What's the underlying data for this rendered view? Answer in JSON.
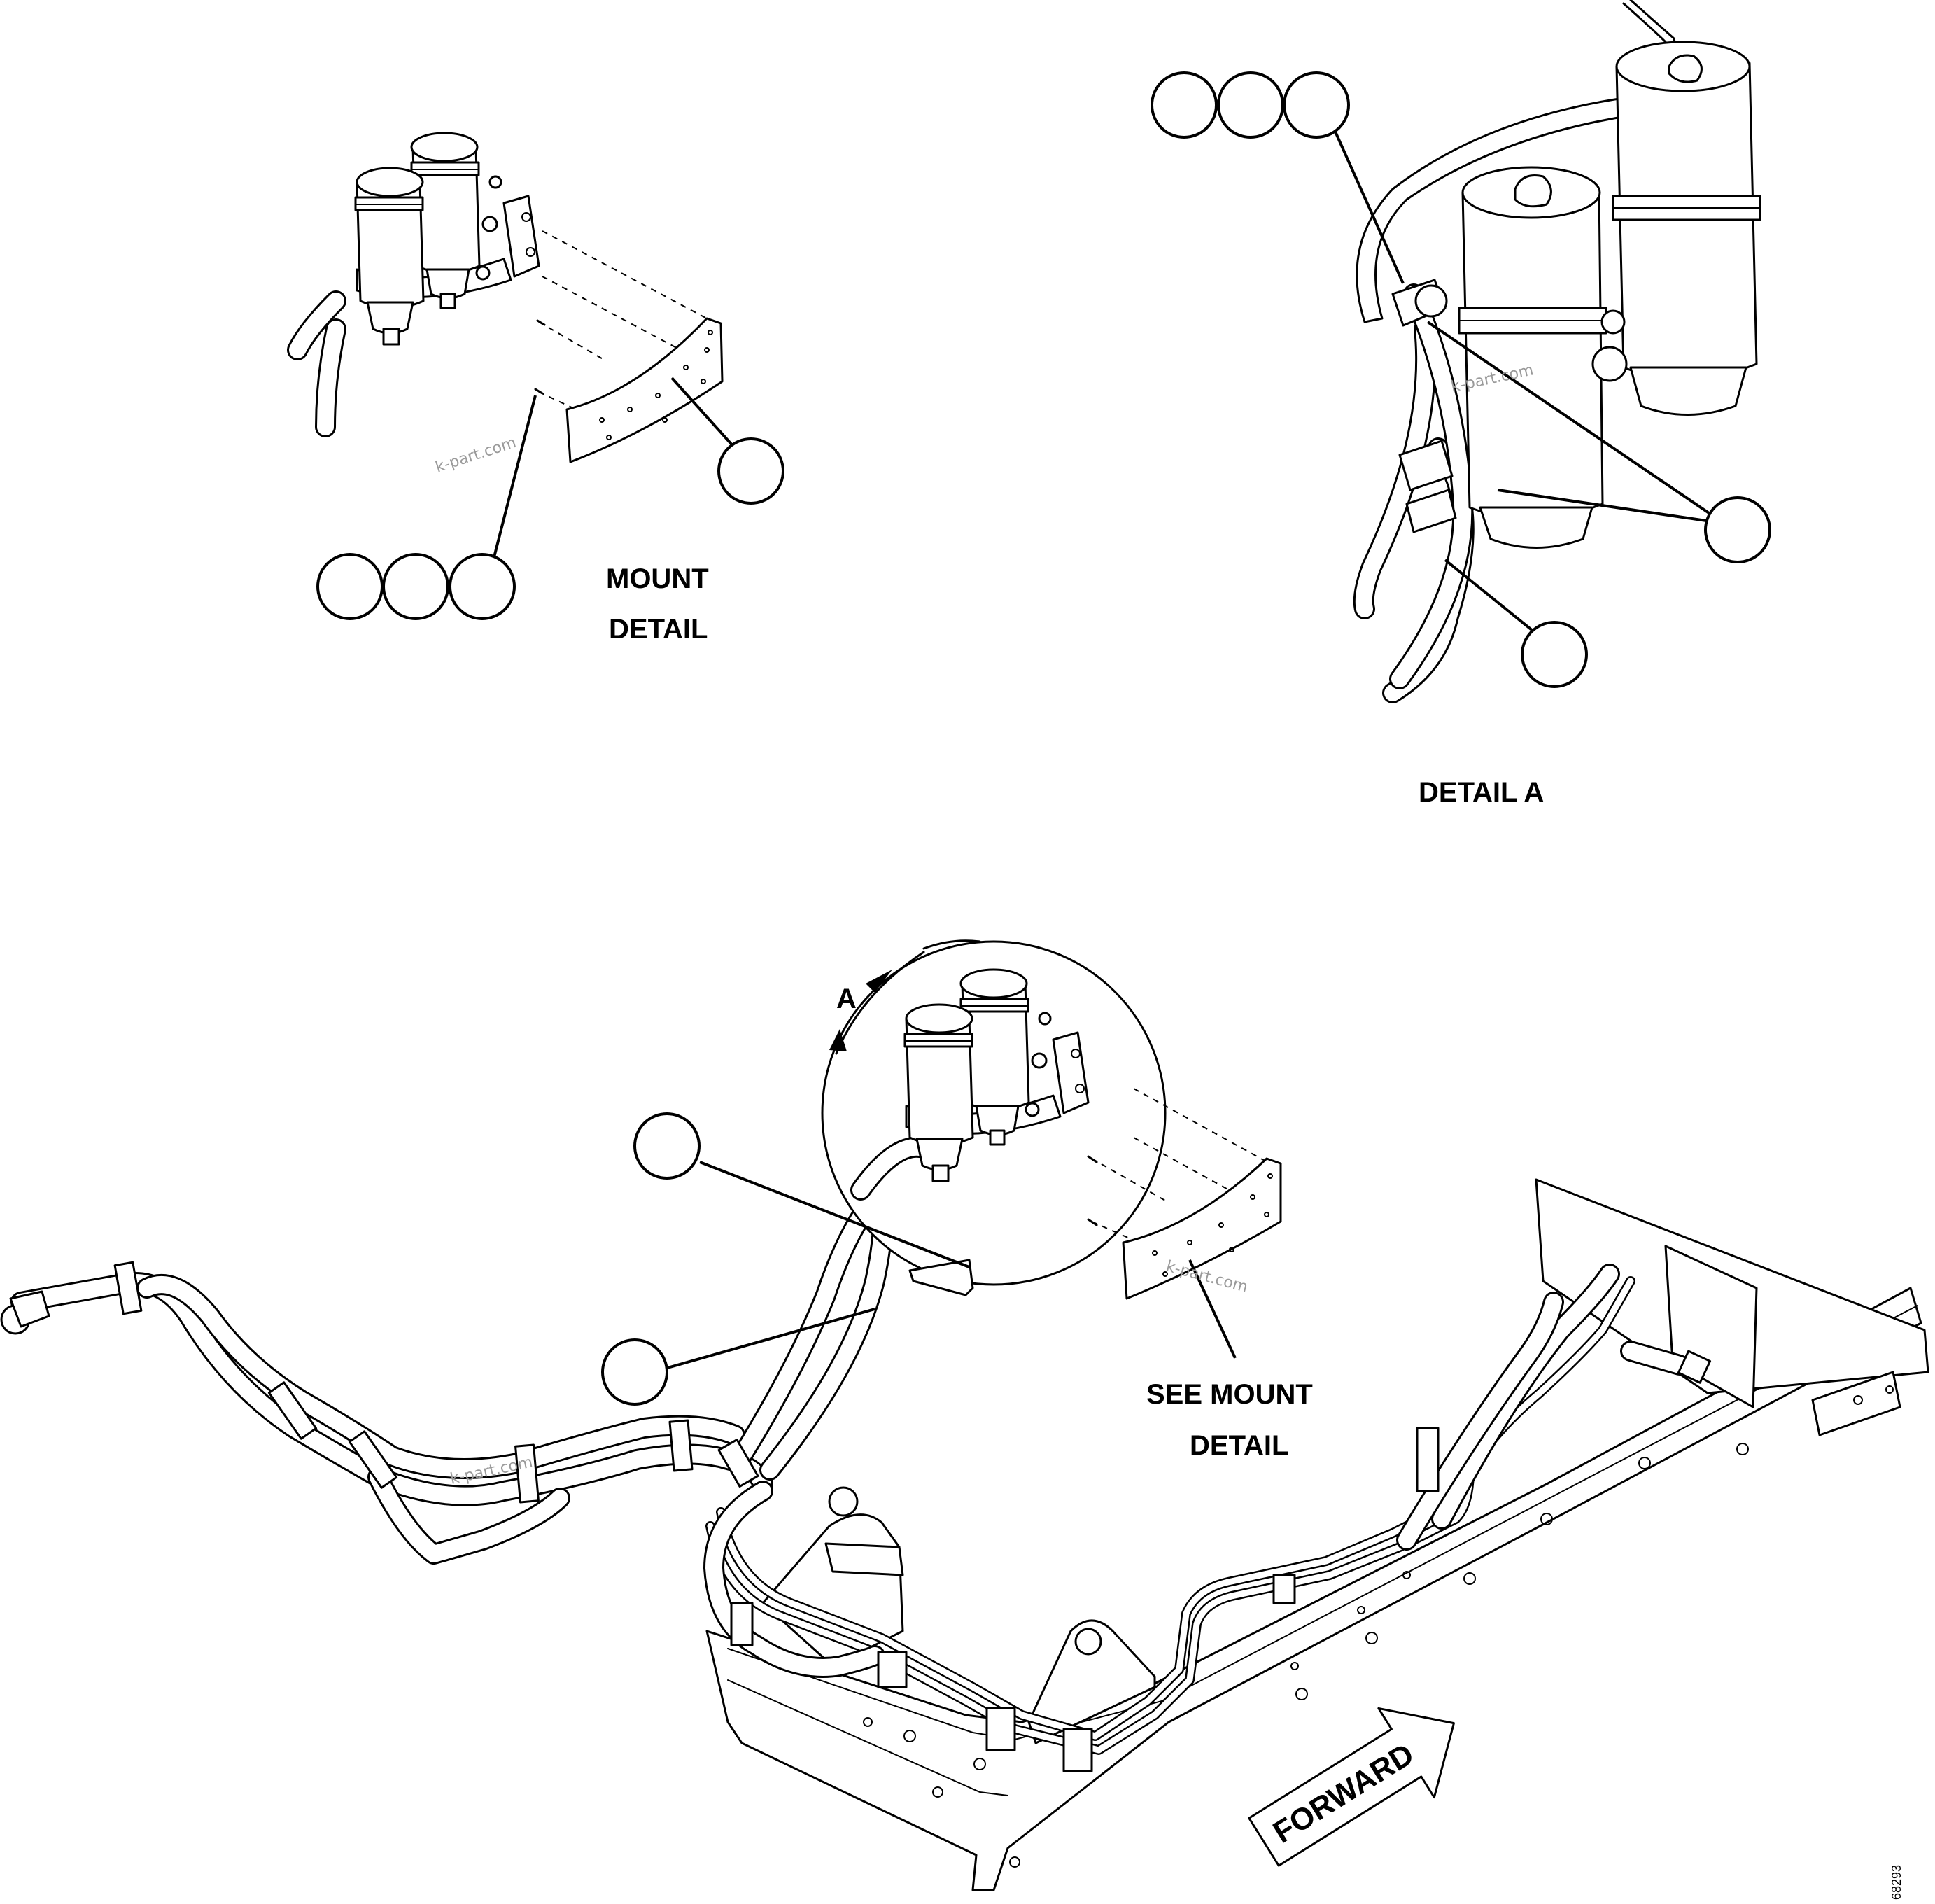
{
  "labels": {
    "mount_detail_line1": "MOUNT",
    "mount_detail_line2": "DETAIL",
    "detail_a": "DETAIL A",
    "see_mount_line1": "SEE MOUNT",
    "see_mount_line2": "DETAIL",
    "view_arrow": "A",
    "forward": "FORWARD",
    "drawing_number": "68293"
  },
  "watermarks": {
    "text": "k-part.com"
  }
}
